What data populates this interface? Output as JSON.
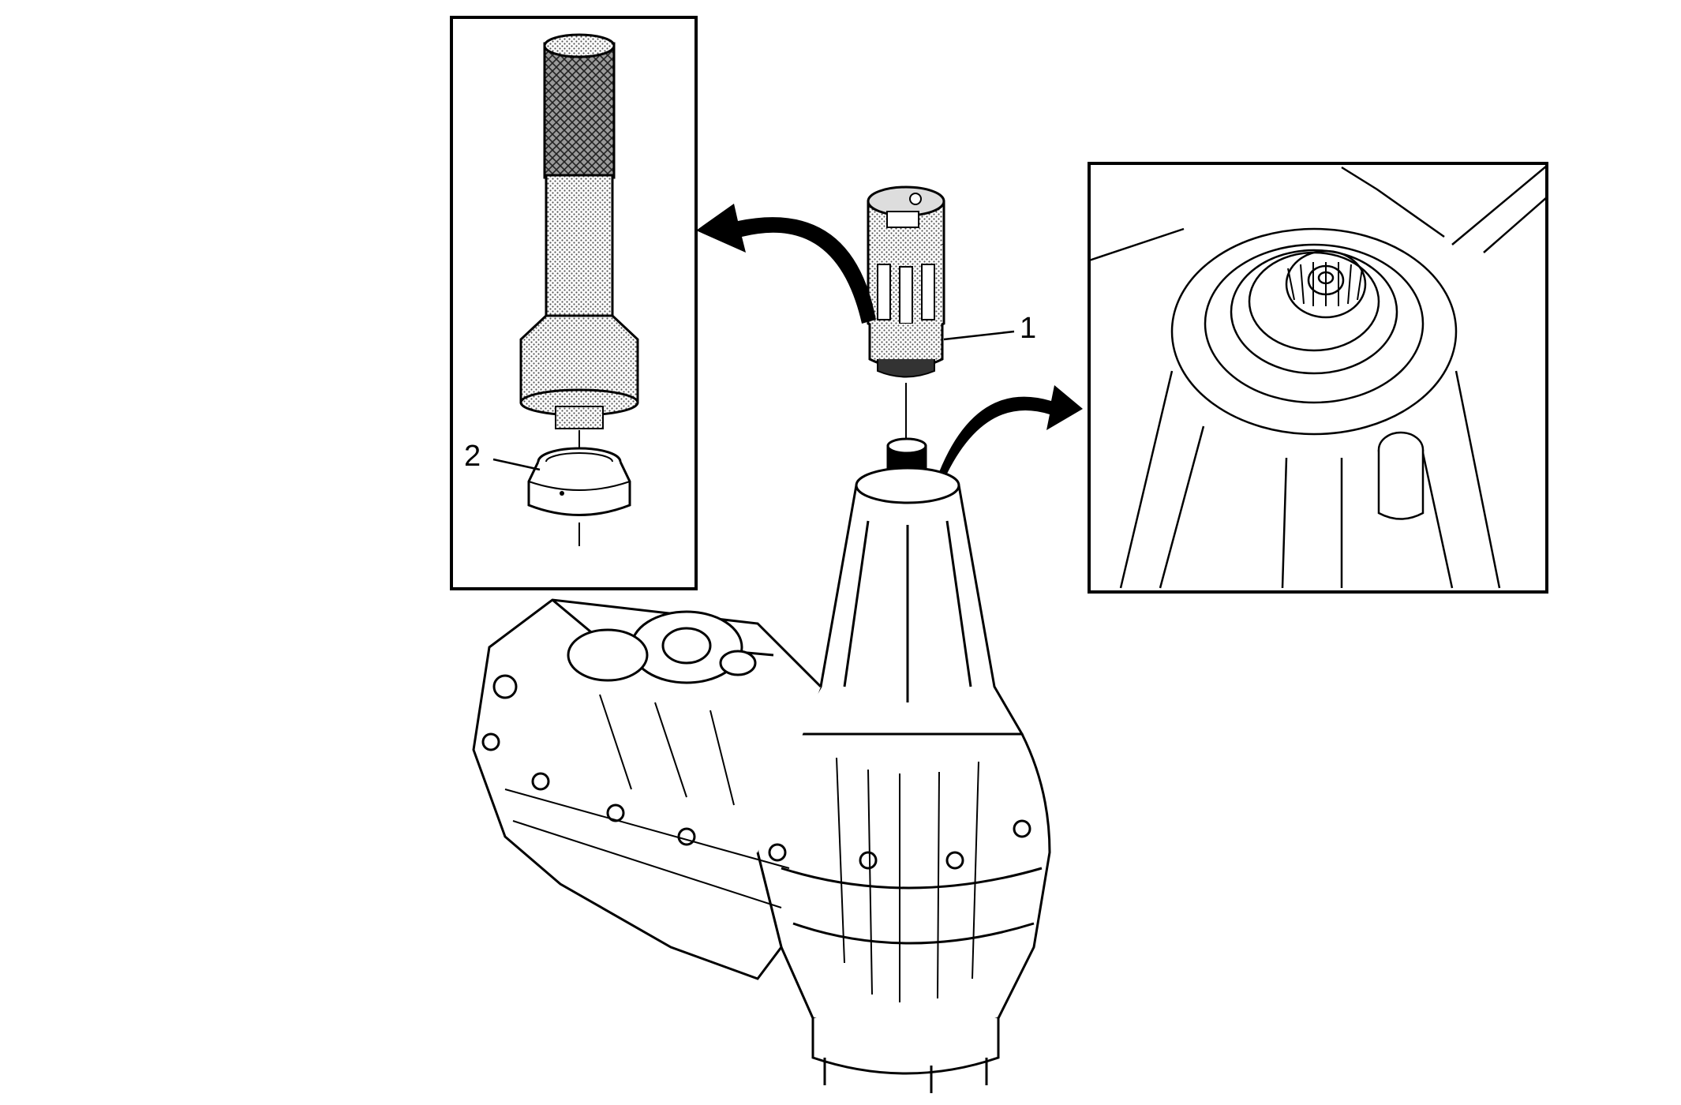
{
  "callouts": [
    {
      "id": "1",
      "label": "1"
    },
    {
      "id": "2",
      "label": "2"
    }
  ],
  "colors": {
    "line": "#000000",
    "background": "#ffffff",
    "shade": "#bdbdbd"
  },
  "icons": {
    "arrow_left": "curved-arrow-left-icon",
    "arrow_right": "curved-arrow-right-icon"
  }
}
